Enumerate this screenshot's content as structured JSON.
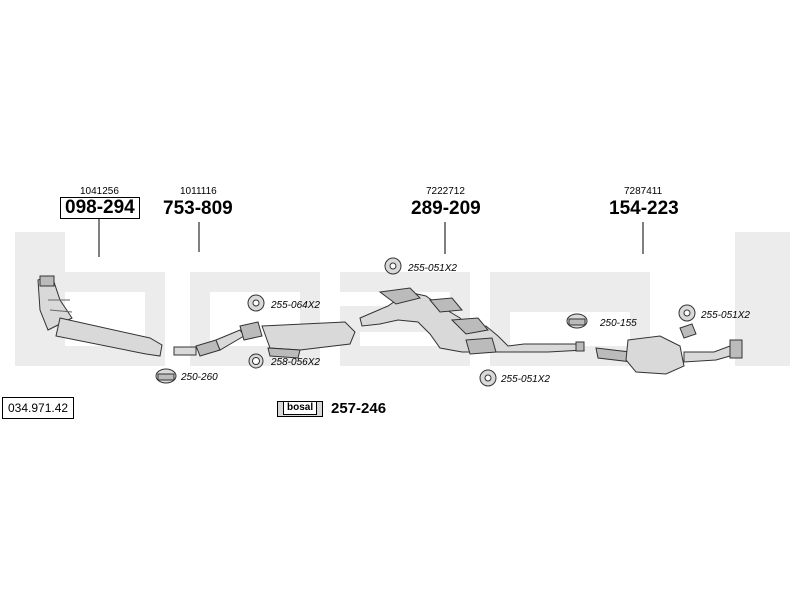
{
  "diagram_id": "034.971.42",
  "brand_mark": "bosal",
  "kit_code": "257-246",
  "parts": [
    {
      "id": "catalyst",
      "ref": "1041256",
      "code": "098-294"
    },
    {
      "id": "front-pipe",
      "ref": "1011116",
      "code": "753-809"
    },
    {
      "id": "middle-silencer",
      "ref": "7222712",
      "code": "289-209"
    },
    {
      "id": "rear-silencer",
      "ref": "7287411",
      "code": "154-223"
    }
  ],
  "accessories": [
    {
      "id": "clamp-250-260",
      "code": "250-260",
      "icon": "clamp-icon"
    },
    {
      "id": "mount-255-064",
      "code": "255-064X2",
      "icon": "rubber-mount-icon"
    },
    {
      "id": "gasket-258-056",
      "code": "258-056X2",
      "icon": "gasket-ring-icon"
    },
    {
      "id": "mount-255-051-a",
      "code": "255-051X2",
      "icon": "rubber-mount-icon"
    },
    {
      "id": "mount-255-051-b",
      "code": "255-051X2",
      "icon": "rubber-mount-icon"
    },
    {
      "id": "clamp-250-155",
      "code": "250-155",
      "icon": "clamp-icon"
    },
    {
      "id": "mount-255-051-c",
      "code": "255-051X2",
      "icon": "rubber-mount-icon"
    }
  ]
}
